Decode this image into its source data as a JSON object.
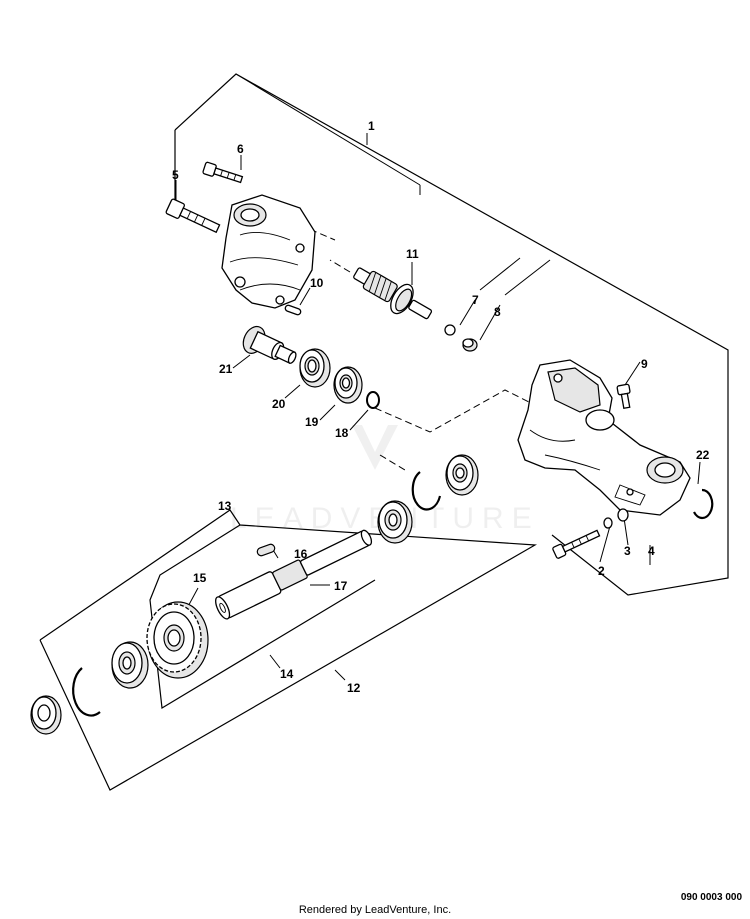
{
  "diagram": {
    "callouts": [
      {
        "id": "1",
        "label": "1"
      },
      {
        "id": "2",
        "label": "2"
      },
      {
        "id": "3",
        "label": "3"
      },
      {
        "id": "4",
        "label": "4"
      },
      {
        "id": "5",
        "label": "5"
      },
      {
        "id": "6",
        "label": "6"
      },
      {
        "id": "7",
        "label": "7"
      },
      {
        "id": "8",
        "label": "8"
      },
      {
        "id": "9",
        "label": "9"
      },
      {
        "id": "10",
        "label": "10"
      },
      {
        "id": "11",
        "label": "11"
      },
      {
        "id": "12",
        "label": "12"
      },
      {
        "id": "13",
        "label": "13"
      },
      {
        "id": "14",
        "label": "14"
      },
      {
        "id": "15",
        "label": "15"
      },
      {
        "id": "16",
        "label": "16"
      },
      {
        "id": "17",
        "label": "17"
      },
      {
        "id": "18",
        "label": "18"
      },
      {
        "id": "19",
        "label": "19"
      },
      {
        "id": "20",
        "label": "20"
      },
      {
        "id": "21",
        "label": "21"
      },
      {
        "id": "22",
        "label": "22"
      }
    ],
    "watermark": "LEADVENTURE"
  },
  "footer": {
    "drawing_number": "090 0003 000",
    "credit": "Rendered by LeadVenture, Inc."
  }
}
